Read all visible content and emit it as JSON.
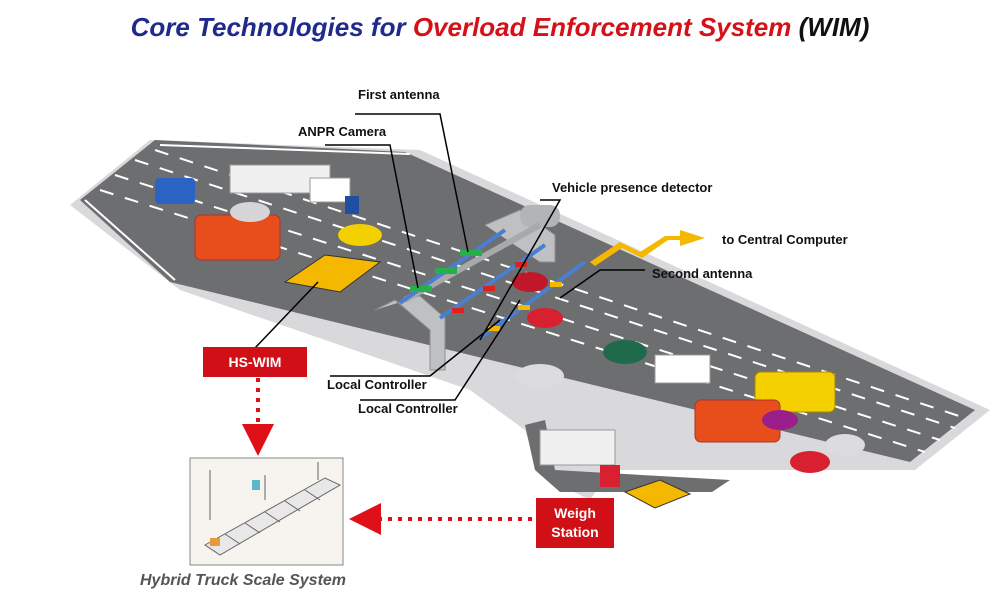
{
  "title": {
    "part1": "Core Technologies for ",
    "part2": "Overload Enforcement System",
    "part3": " (WIM)"
  },
  "labels": {
    "first_antenna": "First antenna",
    "anpr_camera": "ANPR Camera",
    "vehicle_presence_detector": "Vehicle presence detector",
    "to_central_computer": "to Central Computer",
    "second_antenna": "Second antenna",
    "local_controller_1": "Local Controller",
    "local_controller_2": "Local Controller"
  },
  "hs_wim": "HS-WIM",
  "weigh_station": {
    "line1": "Weigh",
    "line2": "Station"
  },
  "scale_caption": "Hybrid Truck Scale System",
  "colors": {
    "title_blue": "#1f2a8c",
    "title_red": "#d61018",
    "road": "#6d6e70",
    "badge_red": "#d00f16",
    "arrow_yellow": "#f5b800"
  }
}
